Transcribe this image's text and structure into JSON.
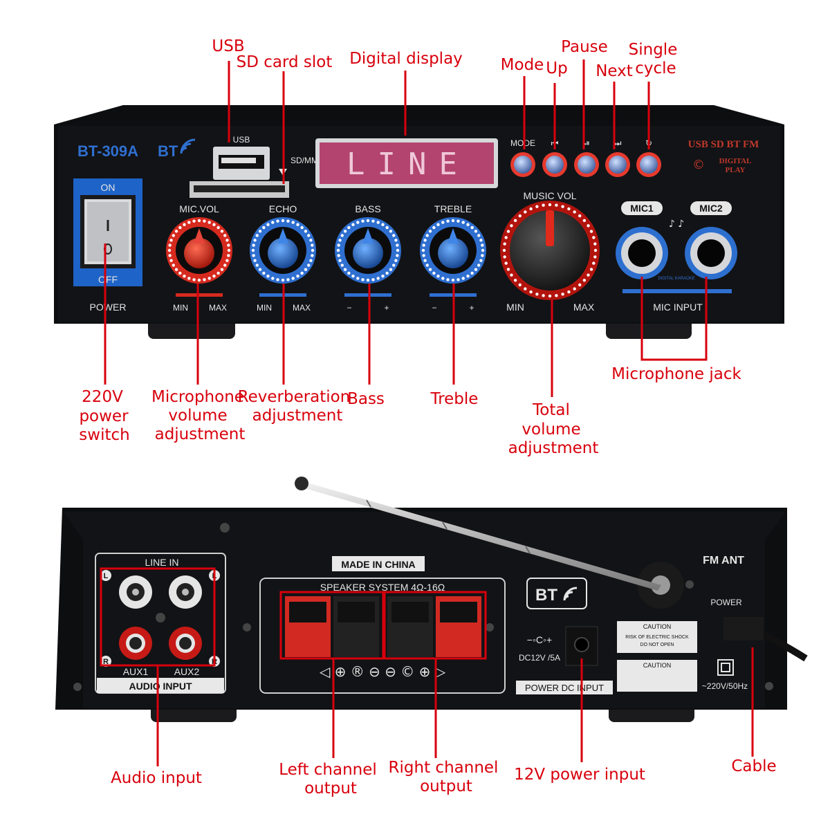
{
  "front_panel": {
    "model": "BT-309A",
    "bt_label": "BT",
    "power_on": "ON",
    "power_off": "OFF",
    "power_label": "POWER",
    "usb_port_label": "USB",
    "sd_label": "SD/MMC",
    "display_text": "LINE",
    "mode_label": "MODE",
    "brand_line1": "USB SD BT FM",
    "brand_line2": "DIGITAL",
    "brand_line3": "PLAY",
    "knobs": [
      {
        "label": "MIC.VOL",
        "min": "MIN",
        "max": "MAX",
        "color": "#d62a1f"
      },
      {
        "label": "ECHO",
        "min": "MIN",
        "max": "MAX",
        "color": "#2f6fd0"
      },
      {
        "label": "BASS",
        "min": "−",
        "max": "+",
        "color": "#2f6fd0"
      },
      {
        "label": "TREBLE",
        "min": "−",
        "max": "+",
        "color": "#2f6fd0"
      }
    ],
    "music_vol": {
      "label": "MUSIC VOL",
      "min": "MIN",
      "max": "MAX"
    },
    "mic1": "MIC1",
    "mic2": "MIC2",
    "mic_karaoke": "DIGITAL KARAOKE",
    "mic_input": "MIC INPUT"
  },
  "rear_panel": {
    "line_in": "LINE IN",
    "aux1": "AUX1",
    "aux2": "AUX2",
    "audio_input": "AUDIO INPUT",
    "l_mark": "L",
    "r_mark": "R",
    "made_in": "MADE IN CHINA",
    "speaker_system": "SPEAKER SYSTEM 4Ω-16Ω",
    "bt_label": "BT",
    "dc_label": "DC12V /5A",
    "power_dc_input": "POWER DC INPUT",
    "fm_ant": "FM ANT",
    "power": "POWER",
    "caution": "CAUTION",
    "caution_text1": "RISK OF ELECTRIC SHOCK",
    "caution_text2": "DO NOT OPEN",
    "ac_label": "~220V/50Hz"
  },
  "callouts": {
    "usb": "USB",
    "sd": "SD card slot",
    "display": "Digital display",
    "mode": "Mode",
    "up": "Up",
    "pause": "Pause",
    "next": "Next",
    "single1": "Single",
    "single2": "cycle",
    "power1": "220V",
    "power2": "power",
    "power3": "switch",
    "mic1": "Microphone",
    "mic2": "volume",
    "mic3": "adjustment",
    "rev1": "Reverberation",
    "rev2": "adjustment",
    "bass": "Bass",
    "treble": "Treble",
    "vol1": "Total",
    "vol2": "volume",
    "vol3": "adjustment",
    "micjack": "Microphone jack",
    "audio_input": "Audio input",
    "left1": "Left channel",
    "left2": "output",
    "right1": "Right channel",
    "right2": "output",
    "dc_input": "12V power input",
    "cable": "Cable"
  },
  "colors": {
    "callout": "#d8000c",
    "panel": "#101114",
    "accent_blue": "#2f6fd0",
    "accent_red": "#d62a1f"
  }
}
